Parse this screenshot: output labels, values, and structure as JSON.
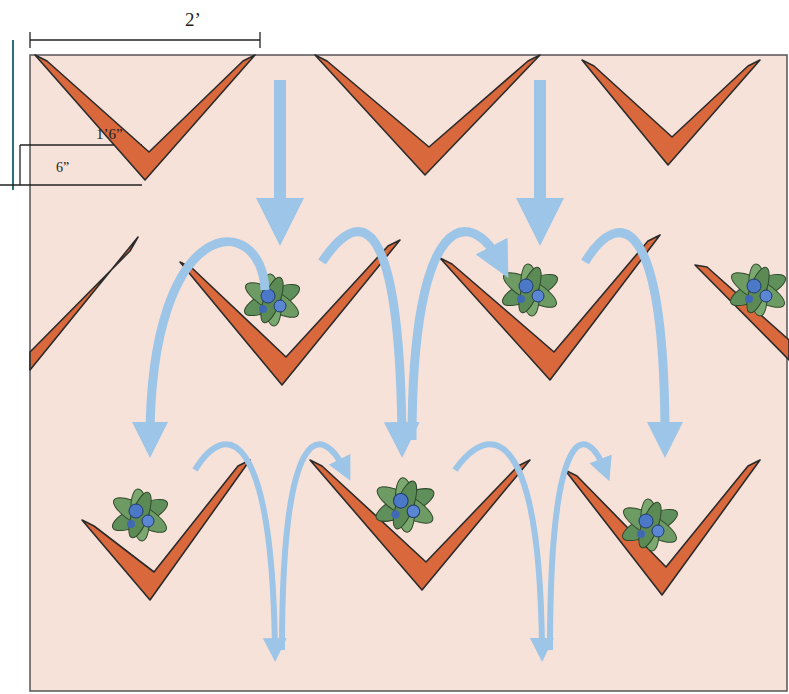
{
  "diagram": {
    "labels": [
      "2’",
      "1’6”",
      "6”"
    ]
  }
}
